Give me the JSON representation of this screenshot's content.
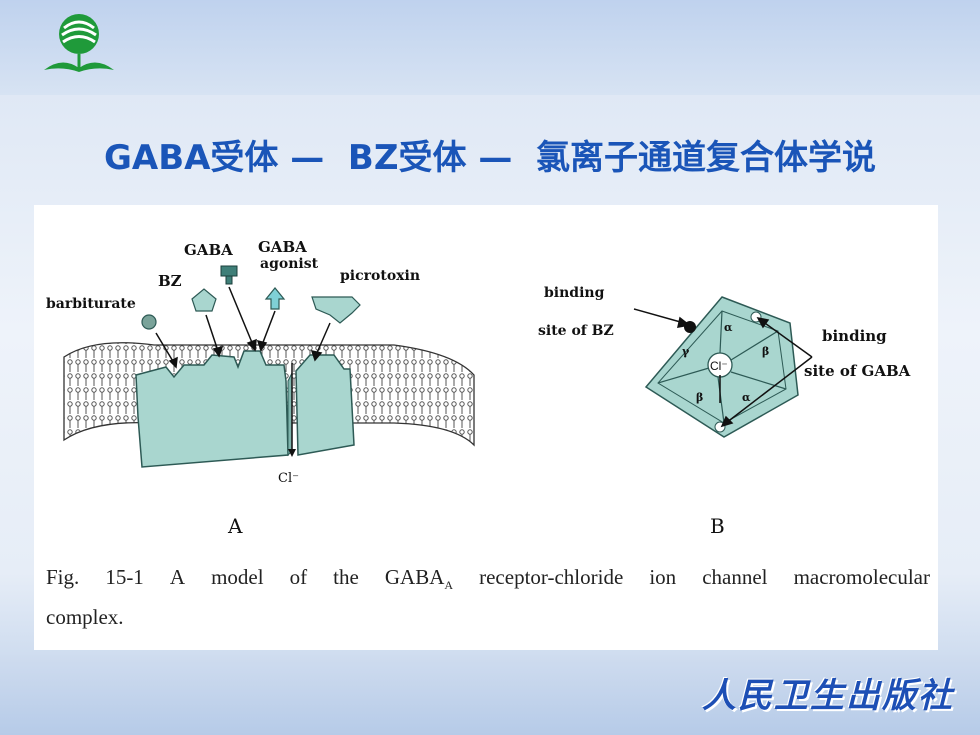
{
  "slide": {
    "title": "GABA受体 —  BZ受体 —  氯离子通道复合体学说",
    "publisher": "人民卫生出版社"
  },
  "figure": {
    "panel_a": {
      "letter": "A",
      "labels": {
        "gaba": "GABA",
        "gaba_agonist_1": "GABA",
        "gaba_agonist_2": "agonist",
        "bz": "BZ",
        "picrotoxin": "picrotoxin",
        "barbiturate": "barbiturate",
        "cl": "Cl⁻"
      }
    },
    "panel_b": {
      "letter": "B",
      "labels": {
        "binding_bz_1": "binding",
        "binding_bz_2": "site of BZ",
        "binding_gaba_1": "binding",
        "binding_gaba_2": "site of GABA",
        "cl": "Cl⁻",
        "alpha_1": "α",
        "beta_1": "β",
        "alpha_2": "α",
        "beta_2": "β",
        "gamma": "γ"
      }
    },
    "caption": {
      "fig": "Fig.",
      "num": "15-1",
      "w1": "A",
      "w2": "model",
      "w3": "of",
      "w4": "the",
      "gaba": "GABA",
      "sub": "A",
      "w5": "receptor-chloride",
      "w6": "ion",
      "w7": "channel",
      "w8": "macromolecular",
      "line2": "complex."
    }
  },
  "colors": {
    "title": "#1a55b8",
    "receptor_fill": "#a9d6cf",
    "publisher": "#1d4fb5"
  }
}
